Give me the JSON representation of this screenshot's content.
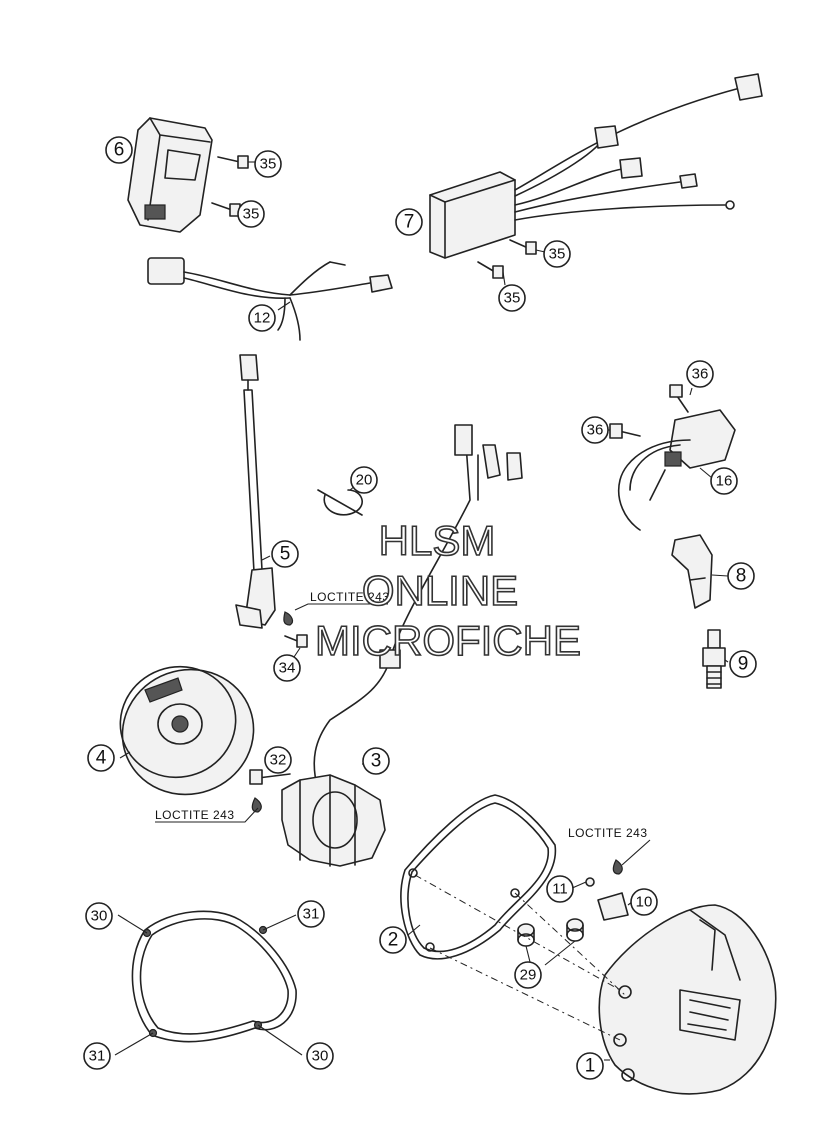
{
  "callouts": {
    "c1": "1",
    "c2": "2",
    "c3": "3",
    "c4": "4",
    "c5": "5",
    "c6": "6",
    "c7": "7",
    "c8": "8",
    "c9": "9",
    "c10": "10",
    "c11": "11",
    "c12": "12",
    "c16": "16",
    "c20": "20",
    "c29": "29",
    "c30a": "30",
    "c30b": "30",
    "c31a": "31",
    "c31b": "31",
    "c32": "32",
    "c34": "34",
    "c35a": "35",
    "c35b": "35",
    "c35c": "35",
    "c35d": "35",
    "c36a": "36",
    "c36b": "36"
  },
  "notes": {
    "loctite_upper": "LOCTITE 243",
    "loctite_middle": "LOCTITE 243",
    "loctite_right": "LOCTITE 243"
  },
  "watermark": {
    "line1": "HLSM",
    "line2": "ONLINE",
    "line3": "MICROFICHE"
  }
}
